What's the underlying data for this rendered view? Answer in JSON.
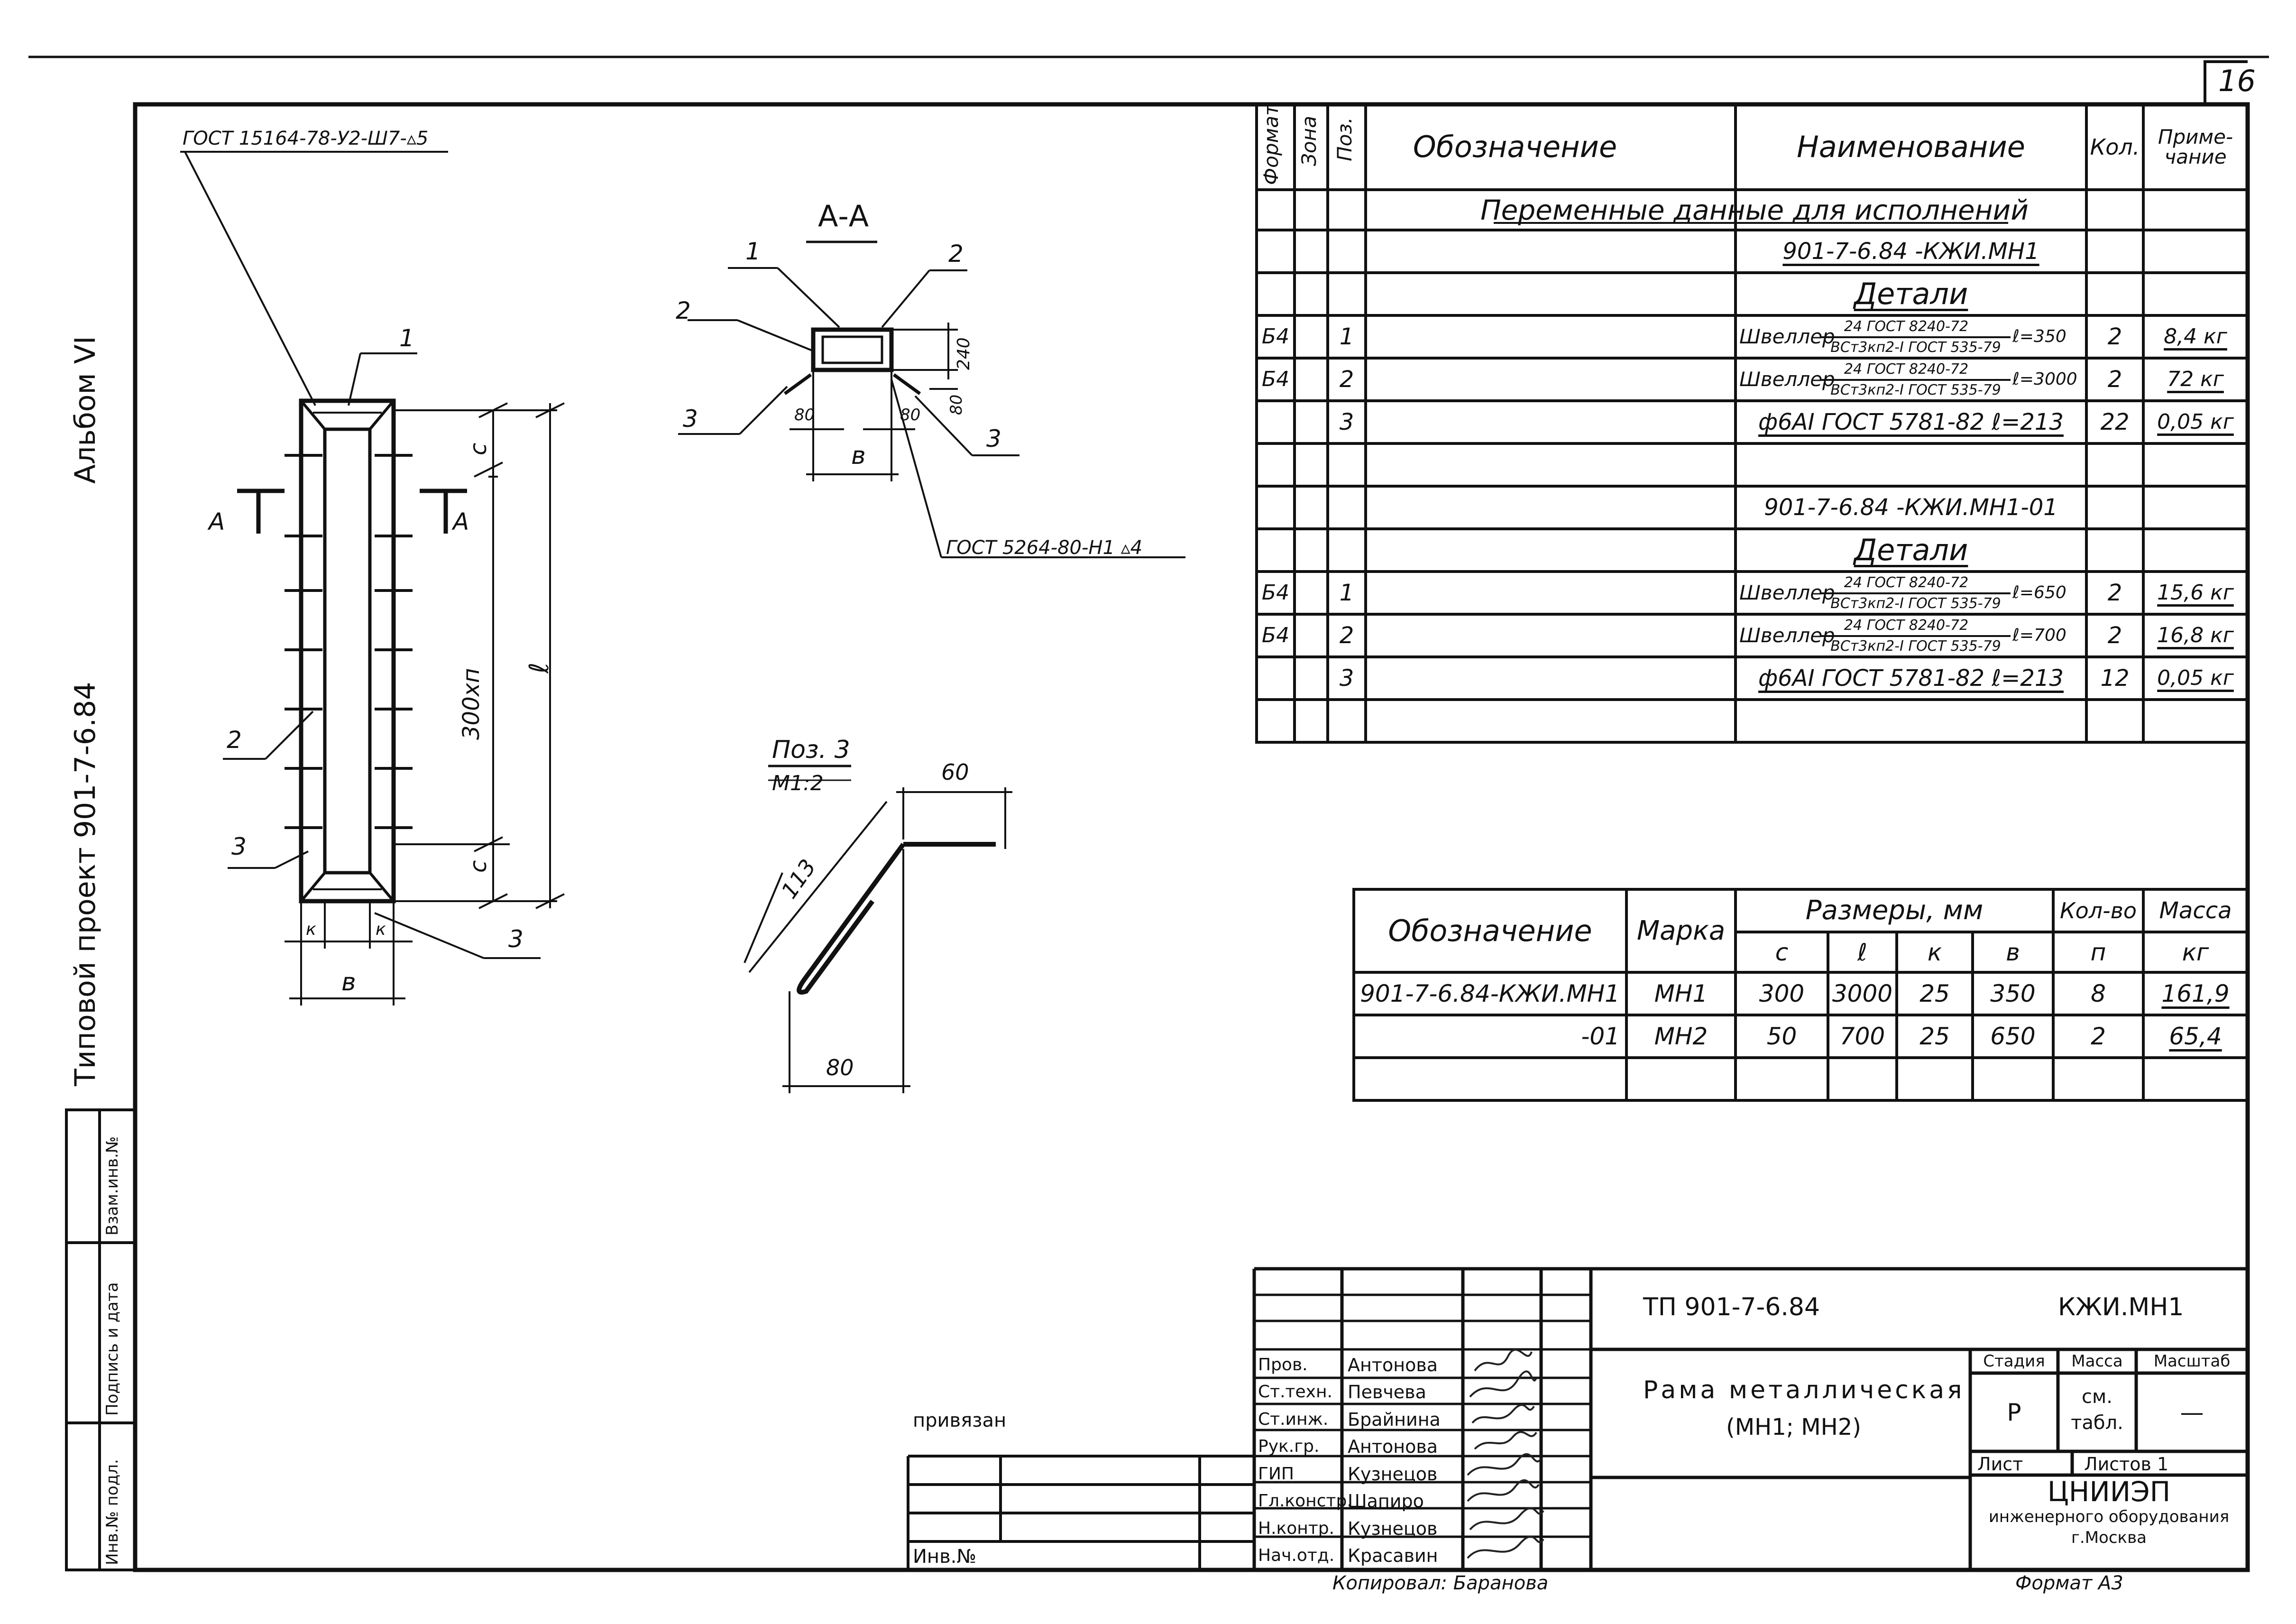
{
  "sheet_number": "16",
  "side": {
    "album": "Альбом VI",
    "project": "Типовой проект 901-7-6.84",
    "vzam": "Взам.инв.№",
    "podpis": "Подпись и дата",
    "inv_podl": "Инв.№ подл."
  },
  "drawing": {
    "weld_top": "ГОСТ 15164-78-У2-Ш7-▵5",
    "weld_section": "ГОСТ 5264-80-Н1 ▵4",
    "section_title": "А-А",
    "cut_label_a": "А",
    "dim_c": "с",
    "dim_l": "ℓ",
    "dim_300n": "300хп",
    "dim_k": "к",
    "dim_b": "в",
    "dim_240": "240",
    "dim_80": "80",
    "dim_80b": "80",
    "dim_80c": "80",
    "pos1": "1",
    "pos2": "2",
    "pos3": "3",
    "pos3_title": "Поз. 3",
    "pos3_scale": "М1:2",
    "pos3_60": "60",
    "pos3_113": "113",
    "pos3_80": "80"
  },
  "spec": {
    "headers": {
      "format": "Формат",
      "zona": "Зона",
      "poz": "Поз.",
      "oboz": "Обозначение",
      "naim": "Наименование",
      "kol": "Кол.",
      "prim": "Приме-чание"
    },
    "variable": "Переменные данные для исполнений",
    "rows": [
      {
        "f": "",
        "z": "",
        "p": "",
        "o": "",
        "n": "901-7-6.84 -КЖИ.МН1",
        "k": "",
        "pr": "",
        "style": "ul"
      },
      {
        "f": "",
        "z": "",
        "p": "",
        "o": "",
        "n": "Детали",
        "k": "",
        "pr": "",
        "style": "ulc"
      },
      {
        "f": "Б4",
        "z": "",
        "p": "1",
        "o": "",
        "n": "Швеллер 24 ГОСТ 8240-72 / ВСт3кп2-I ГОСТ 535-79 ℓ=350",
        "k": "2",
        "pr": "8,4 кг",
        "style": "frac",
        "a": "24 ГОСТ 8240-72",
        "b": "ВСт3кп2-I ГОСТ 535-79",
        "l": "ℓ=350"
      },
      {
        "f": "Б4",
        "z": "",
        "p": "2",
        "o": "",
        "n": "Швеллер 24 ГОСТ 8240-72 / ВСт3кп2-I ГОСТ 535-79 ℓ=3000",
        "k": "2",
        "pr": "72 кг",
        "style": "frac",
        "a": "24 ГОСТ 8240-72",
        "b": "ВСт3кп2-I ГОСТ 535-79",
        "l": "ℓ=3000"
      },
      {
        "f": "",
        "z": "",
        "p": "3",
        "o": "",
        "n": "ф6АI ГОСТ 5781-82 ℓ=213",
        "k": "22",
        "pr": "0,05 кг",
        "style": "ul"
      },
      {
        "f": "",
        "z": "",
        "p": "",
        "o": "",
        "n": "",
        "k": "",
        "pr": "",
        "style": ""
      },
      {
        "f": "",
        "z": "",
        "p": "",
        "o": "",
        "n": "901-7-6.84 -КЖИ.МН1-01",
        "k": "",
        "pr": "",
        "style": "plain"
      },
      {
        "f": "",
        "z": "",
        "p": "",
        "o": "",
        "n": "Детали",
        "k": "",
        "pr": "",
        "style": "ulc"
      },
      {
        "f": "Б4",
        "z": "",
        "p": "1",
        "o": "",
        "n": "Швеллер 24 ГОСТ 8240-72 / ВСт3кп2-I ГОСТ 535-79 ℓ=650",
        "k": "2",
        "pr": "15,6 кг",
        "style": "frac",
        "a": "24 ГОСТ 8240-72",
        "b": "ВСт3кп2-I ГОСТ 535-79",
        "l": "ℓ=650"
      },
      {
        "f": "Б4",
        "z": "",
        "p": "2",
        "o": "",
        "n": "Швеллер 24 ГОСТ 8240-72 / ВСт3кп2-I ГОСТ 535-79 ℓ=700",
        "k": "2",
        "pr": "16,8 кг",
        "style": "frac",
        "a": "24 ГОСТ 8240-72",
        "b": "ВСт3кп2-I ГОСТ 535-79",
        "l": "ℓ=700"
      },
      {
        "f": "",
        "z": "",
        "p": "3",
        "o": "",
        "n": "ф6АI ГОСТ 5781-82 ℓ=213",
        "k": "12",
        "pr": "0,05 кг",
        "style": "ul"
      },
      {
        "f": "",
        "z": "",
        "p": "",
        "o": "",
        "n": "",
        "k": "",
        "pr": "",
        "style": ""
      }
    ],
    "shveller": "Швеллер"
  },
  "sizes": {
    "h_oboz": "Обозначение",
    "h_marka": "Марка",
    "h_razm": "Размеры, мм",
    "h_kol": "Кол-во",
    "h_massa": "Масса",
    "s_c": "с",
    "s_l": "ℓ",
    "s_k": "к",
    "s_b": "в",
    "s_n": "п",
    "s_kg": "кг",
    "rows": [
      {
        "o": "901-7-6.84-КЖИ.МН1",
        "m": "МН1",
        "c": "300",
        "l": "3000",
        "k": "25",
        "b": "350",
        "n": "8",
        "mass": "161,9"
      },
      {
        "o": "-01",
        "m": "МН2",
        "c": "50",
        "l": "700",
        "k": "25",
        "b": "650",
        "n": "2",
        "mass": "65,4"
      }
    ]
  },
  "title_block": {
    "code": "ТП 901-7-6.84",
    "mark": "КЖИ.МН1",
    "name1": "Рама металлическая",
    "name2": "(МН1; МН2)",
    "stadia": "Стадия",
    "massa": "Масса",
    "masshtab": "Масштаб",
    "stadia_val": "Р",
    "massa_val1": "см.",
    "massa_val2": "табл.",
    "masshtab_val": "—",
    "list": "Лист",
    "listov": "Листов 1",
    "org1": "ЦНИИЭП",
    "org2": "инженерного оборудования",
    "org3": "г.Москва",
    "privyazan": "привязан",
    "inv_no": "Инв.№",
    "kopiroval": "Копировал: Баранова",
    "format": "Формат А3",
    "people": [
      {
        "role": "Пров.",
        "name": "Антонова"
      },
      {
        "role": "Ст.техн.",
        "name": "Певчева"
      },
      {
        "role": "Ст.инж.",
        "name": "Брайнина"
      },
      {
        "role": "Рук.гр.",
        "name": "Антонова"
      },
      {
        "role": "ГИП",
        "name": "Кузнецов"
      },
      {
        "role": "Гл.констр.",
        "name": "Шапиро"
      },
      {
        "role": "Н.контр.",
        "name": "Кузнецов"
      },
      {
        "role": "Нач.отд.",
        "name": "Красавин"
      }
    ]
  }
}
